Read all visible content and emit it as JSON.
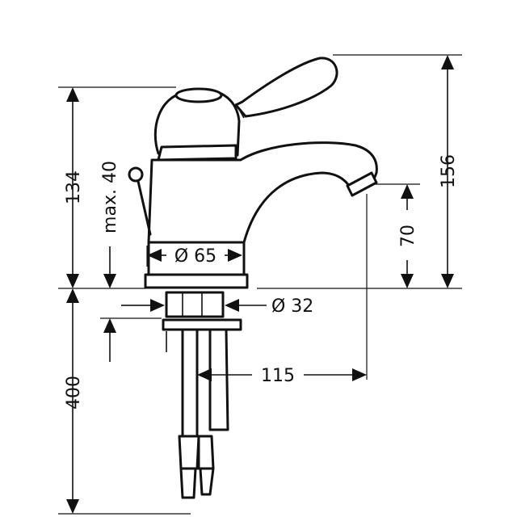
{
  "dimensions": {
    "height_to_lever_top": "156",
    "height_to_spout_top": "134",
    "max_worktop_thickness": "max. 40",
    "spout_outlet_height": "70",
    "base_diameter": "Ø 65",
    "mounting_hole_diameter": "Ø 32",
    "hose_length": "400",
    "spout_reach": "115"
  },
  "colors": {
    "line": "#111111",
    "background": "#ffffff"
  }
}
